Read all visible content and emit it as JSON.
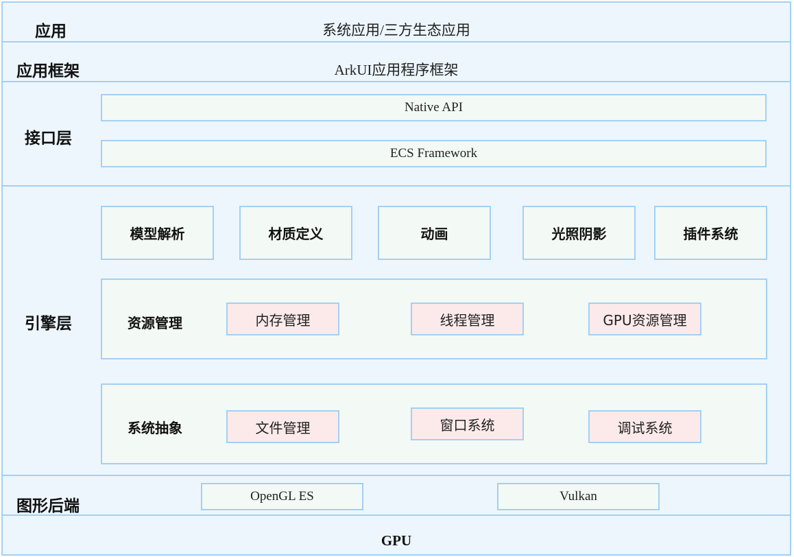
{
  "layers": {
    "app": {
      "title": "应用",
      "text": "系统应用/三方生态应用"
    },
    "framework": {
      "title": "应用框架",
      "text": "ArkUI应用程序框架"
    },
    "interface": {
      "title": "接口层",
      "bars": [
        "Native API",
        "ECS Framework"
      ]
    },
    "engine": {
      "title": "引擎层",
      "modules": [
        "模型解析",
        "材质定义",
        "动画",
        "光照阴影",
        "插件系统"
      ],
      "resource": {
        "title": "资源管理",
        "items": [
          "内存管理",
          "线程管理",
          "GPU资源管理"
        ]
      },
      "system": {
        "title": "系统抽象",
        "items": [
          "文件管理",
          "窗口系统",
          "调试系统"
        ]
      }
    },
    "backend": {
      "title": "图形后端",
      "items": [
        "OpenGL ES",
        "Vulkan"
      ]
    },
    "gpu": {
      "text": "GPU"
    }
  },
  "colors": {
    "layer_bg": "#edf6fd",
    "border": "#a3d0f3",
    "module_bg": "#f3f9f4",
    "chip_bg": "#fceaea"
  }
}
